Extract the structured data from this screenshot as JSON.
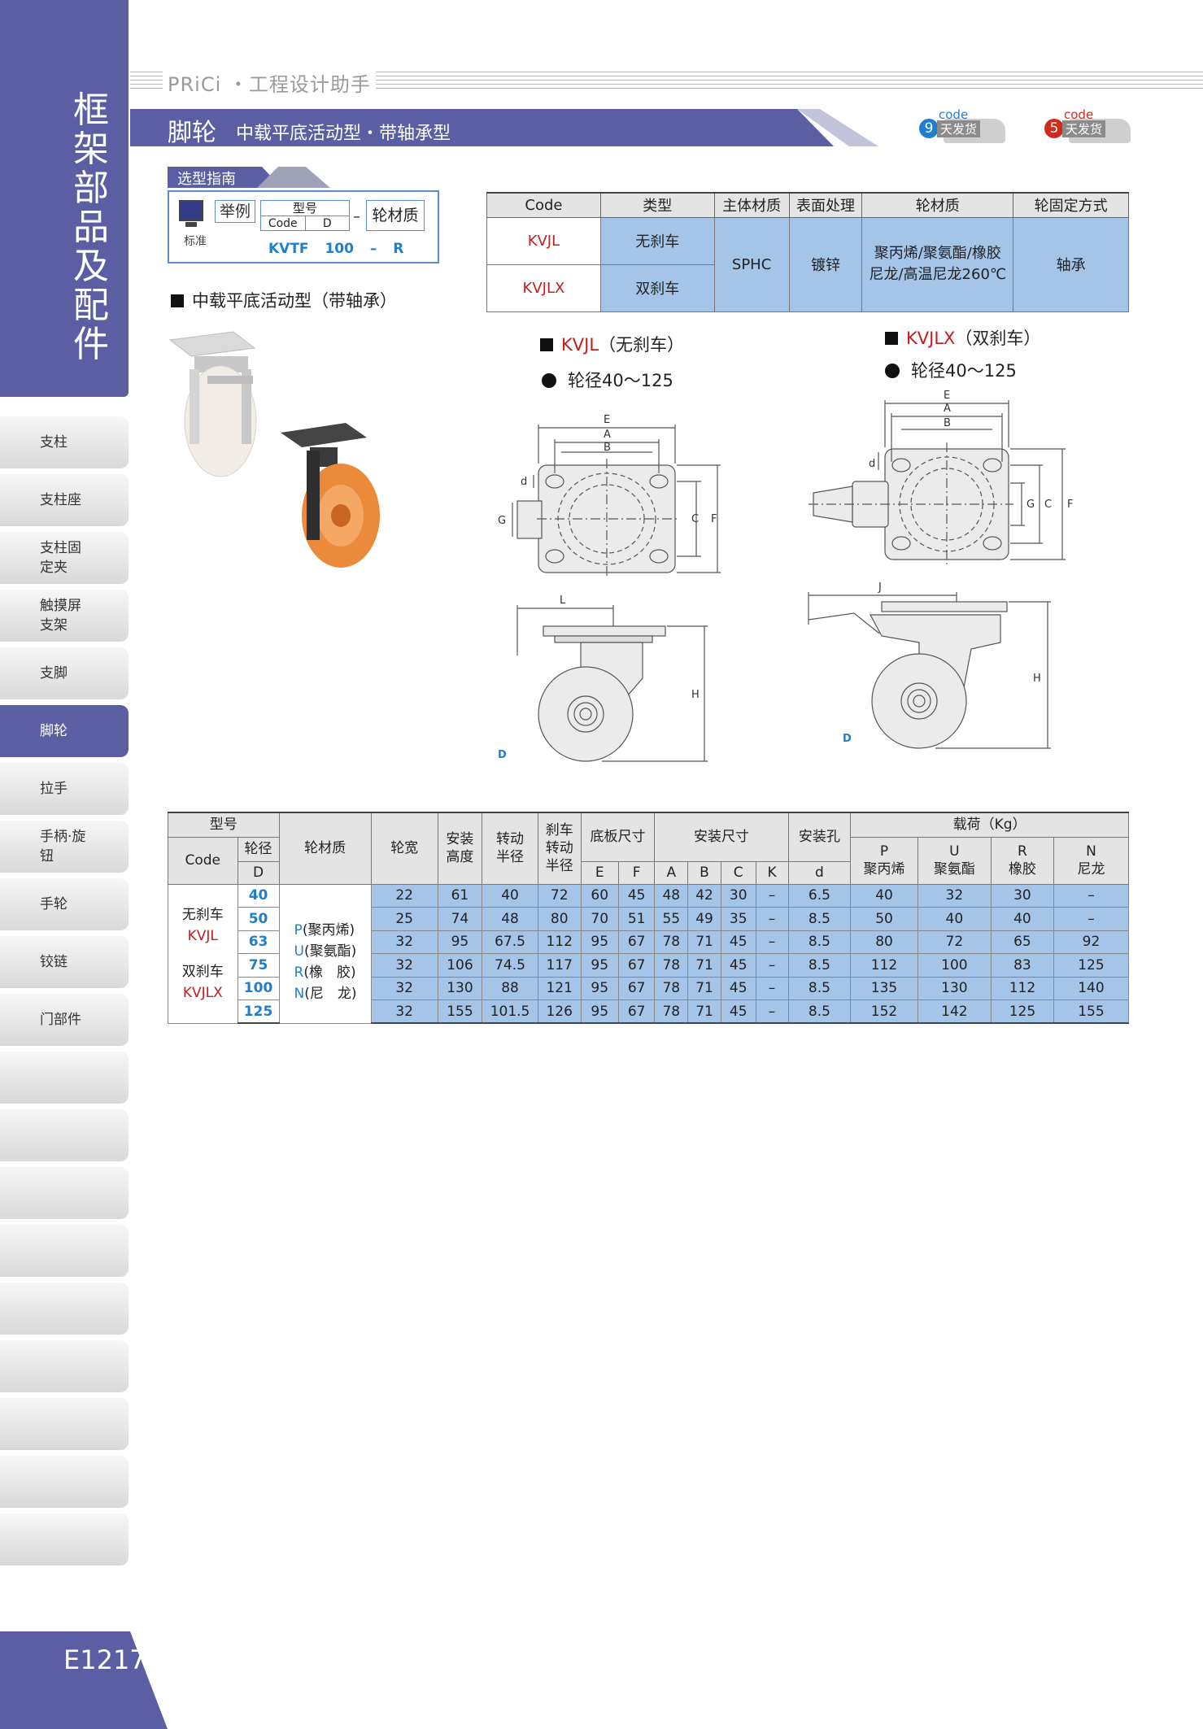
{
  "sidebar": {
    "category": "框架部品及配件",
    "nav": [
      {
        "label": "支柱",
        "active": false
      },
      {
        "label": "支柱座",
        "active": false
      },
      {
        "label": "支柱固定夹",
        "active": false
      },
      {
        "label": "触摸屏支架",
        "active": false
      },
      {
        "label": "支脚",
        "active": false
      },
      {
        "label": "脚轮",
        "active": true
      },
      {
        "label": "拉手",
        "active": false
      },
      {
        "label": "手柄·旋钮",
        "active": false
      },
      {
        "label": "手轮",
        "active": false
      },
      {
        "label": "铰链",
        "active": false
      },
      {
        "label": "门部件",
        "active": false
      },
      {
        "label": "",
        "active": false
      },
      {
        "label": "",
        "active": false
      },
      {
        "label": "",
        "active": false
      },
      {
        "label": "",
        "active": false
      },
      {
        "label": "",
        "active": false
      },
      {
        "label": "",
        "active": false
      },
      {
        "label": "",
        "active": false
      },
      {
        "label": "",
        "active": false
      },
      {
        "label": "",
        "active": false
      }
    ],
    "page_number": "E1217"
  },
  "header": {
    "brand": "PRiCi ・工程设计助手",
    "title": "脚轮",
    "subtitle": "中载平底活动型・带轴承型",
    "badges": [
      {
        "code": "code",
        "num": "9",
        "days": "天发货",
        "color": "#1e7fd0"
      },
      {
        "code": "code",
        "num": "5",
        "days": "天发货",
        "color": "#d22a1a"
      }
    ]
  },
  "guide": {
    "label": "选型指南",
    "example_label": "举例",
    "standard_label": "标准",
    "model_label": "型号",
    "code_label": "Code",
    "d_label": "D",
    "dash": "–",
    "material_label": "轮材质",
    "example": "KVTF  100  –  R"
  },
  "product_heading": "中载平底活动型（带轴承）",
  "type_table": {
    "headers": [
      "Code",
      "类型",
      "主体材质",
      "表面处理",
      "轮材质",
      "轮固定方式"
    ],
    "rows": [
      {
        "code": "KVJL",
        "type": "无刹车"
      },
      {
        "code": "KVJLX",
        "type": "双刹车"
      }
    ],
    "body_material": "SPHC",
    "surface": "镀锌",
    "wheel_material": "聚丙烯/聚氨酯/橡胶\n尼龙/高温尼龙260℃",
    "fixing": "轴承"
  },
  "drawings": {
    "left": {
      "code": "KVJL",
      "type": "（无刹车）",
      "range": "轮径40～125"
    },
    "right": {
      "code": "KVJLX",
      "type": "（双刹车）",
      "range": "轮径40～125"
    },
    "dims": {
      "E": "E",
      "A": "A",
      "B": "B",
      "C": "C",
      "F": "F",
      "G": "G",
      "d": "d",
      "L": "L",
      "H": "H",
      "J": "J",
      "D": "D"
    }
  },
  "spec_table": {
    "h_model": "型号",
    "h_code": "Code",
    "h_dia": "轮径",
    "h_dia_d": "D",
    "h_material": "轮材质",
    "h_width": "轮宽",
    "h_height": "安装\n高度",
    "h_radius": "转动\n半径",
    "h_brake_radius": "刹车\n转动\n半径",
    "h_base": "底板尺寸",
    "h_mount": "安装尺寸",
    "h_hole": "安装孔",
    "h_load": "载荷（Kg）",
    "sub_base": [
      "E",
      "F"
    ],
    "sub_mount": [
      "A",
      "B",
      "C",
      "K"
    ],
    "sub_hole": "d",
    "sub_load": [
      {
        "k": "P",
        "n": "聚丙烯"
      },
      {
        "k": "U",
        "n": "聚氨酯"
      },
      {
        "k": "R",
        "n": "橡胶"
      },
      {
        "k": "N",
        "n": "尼龙"
      }
    ],
    "codes": [
      {
        "label": "无刹车",
        "code": "KVJL"
      },
      {
        "label": "双刹车",
        "code": "KVJLX"
      }
    ],
    "materials": [
      {
        "k": "P",
        "n": "(聚丙烯)"
      },
      {
        "k": "U",
        "n": "(聚氨酯)"
      },
      {
        "k": "R",
        "n": "(橡　胶)"
      },
      {
        "k": "N",
        "n": "(尼　龙)"
      }
    ],
    "rows": [
      {
        "D": "40",
        "w": "22",
        "h": "61",
        "r": "40",
        "br": "72",
        "E": "60",
        "F": "45",
        "A": "48",
        "B": "42",
        "C": "30",
        "K": "–",
        "d": "6.5",
        "P": "40",
        "U": "32",
        "R": "30",
        "N": "–"
      },
      {
        "D": "50",
        "w": "25",
        "h": "74",
        "r": "48",
        "br": "80",
        "E": "70",
        "F": "51",
        "A": "55",
        "B": "49",
        "C": "35",
        "K": "–",
        "d": "8.5",
        "P": "50",
        "U": "40",
        "R": "40",
        "N": "–"
      },
      {
        "D": "63",
        "w": "32",
        "h": "95",
        "r": "67.5",
        "br": "112",
        "E": "95",
        "F": "67",
        "A": "78",
        "B": "71",
        "C": "45",
        "K": "–",
        "d": "8.5",
        "P": "80",
        "U": "72",
        "R": "65",
        "N": "92"
      },
      {
        "D": "75",
        "w": "32",
        "h": "106",
        "r": "74.5",
        "br": "117",
        "E": "95",
        "F": "67",
        "A": "78",
        "B": "71",
        "C": "45",
        "K": "–",
        "d": "8.5",
        "P": "112",
        "U": "100",
        "R": "83",
        "N": "125"
      },
      {
        "D": "100",
        "w": "32",
        "h": "130",
        "r": "88",
        "br": "121",
        "E": "95",
        "F": "67",
        "A": "78",
        "B": "71",
        "C": "45",
        "K": "–",
        "d": "8.5",
        "P": "135",
        "U": "130",
        "R": "112",
        "N": "140"
      },
      {
        "D": "125",
        "w": "32",
        "h": "155",
        "r": "101.5",
        "br": "126",
        "E": "95",
        "F": "67",
        "A": "78",
        "B": "71",
        "C": "45",
        "K": "–",
        "d": "8.5",
        "P": "152",
        "U": "142",
        "R": "125",
        "N": "155"
      }
    ]
  }
}
